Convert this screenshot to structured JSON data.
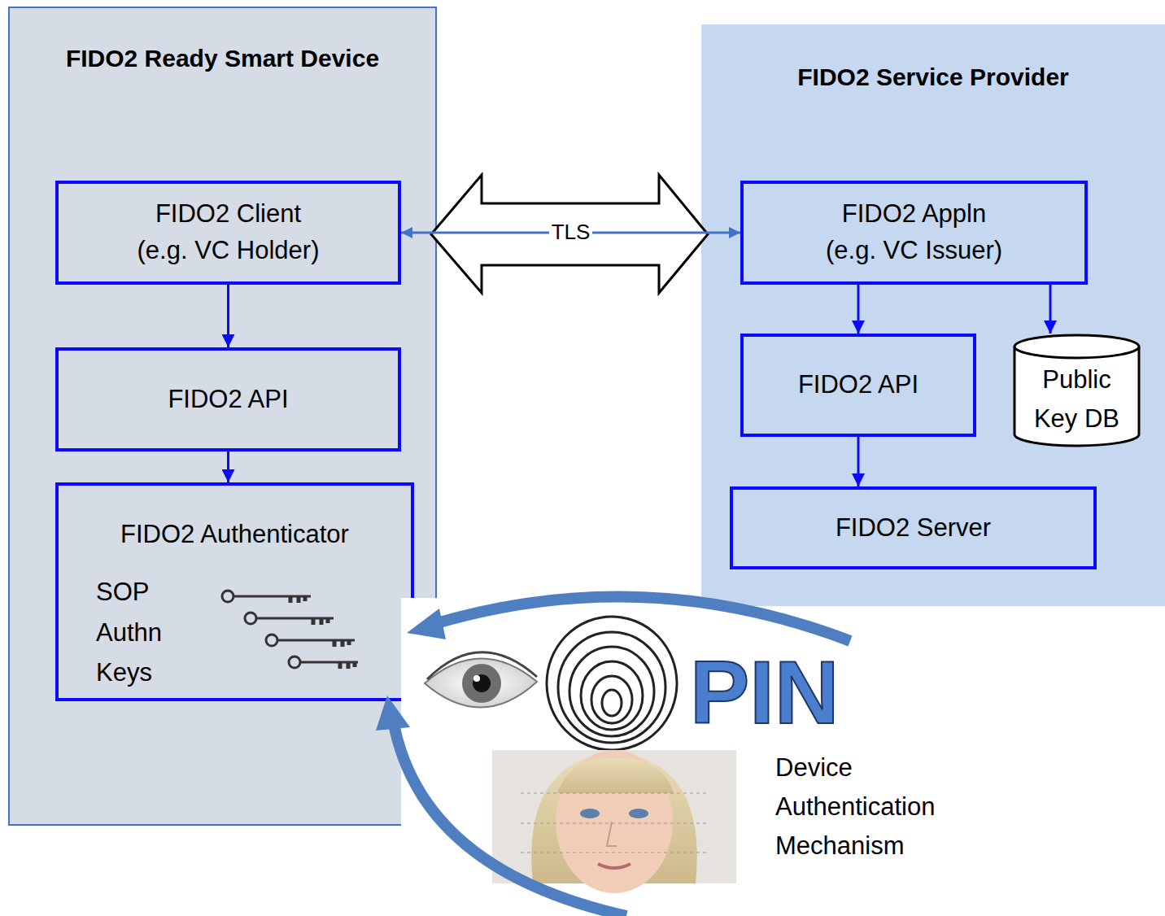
{
  "diagram": {
    "nodes": [
      {
        "text": [
          "FIDO2 Ready Smart Device"
        ]
      },
      {
        "text": [
          "FIDO2 Client",
          "(e.g. VC Holder)"
        ],
        "in": 0
      },
      {
        "text": [
          "FIDO2 API"
        ],
        "in": 0
      },
      {
        "text": [
          "FIDO2 Authenticator",
          "SOP Authn Keys"
        ],
        "in": 0
      },
      {
        "text": [
          "FIDO2 Service Provider"
        ]
      },
      {
        "text": [
          "FIDO2 Appln",
          "(e.g. VC Issuer)"
        ],
        "in": 4
      },
      {
        "text": [
          "FIDO2 API"
        ],
        "in": 4
      },
      {
        "text": [
          "Public Key DB"
        ],
        "in": 4
      },
      {
        "text": [
          "FIDO2 Server"
        ],
        "in": 4
      }
    ],
    "edges": [
      {
        "from": 1,
        "to": 5,
        "label": "TLS",
        "arrow": "both"
      },
      {
        "from": 1,
        "to": 2,
        "arrow": "to"
      },
      {
        "from": 2,
        "to": 3,
        "arrow": "to"
      },
      {
        "from": 5,
        "to": 6,
        "arrow": "to"
      },
      {
        "from": 5,
        "to": 7,
        "arrow": "to"
      },
      {
        "from": 6,
        "to": 8,
        "arrow": "to"
      }
    ],
    "labels": [
      "PIN",
      "Device Authentication Mechanism"
    ]
  }
}
